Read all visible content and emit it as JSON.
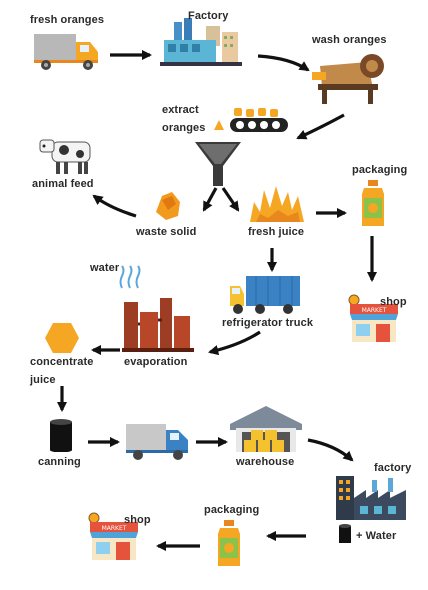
{
  "labels": {
    "fresh_oranges": "fresh oranges",
    "factory_top": "Factory",
    "wash_oranges": "wash oranges",
    "extract_line1": "extract",
    "extract_line2": "oranges",
    "animal_feed": "animal feed",
    "packaging_top": "packaging",
    "waste_solid": "waste solid",
    "fresh_juice": "fresh juice",
    "water": "water",
    "shop_right": "shop",
    "refrigerator_truck": "refrigerator truck",
    "concentrate_line1": "concentrate",
    "concentrate_line2": "juice",
    "evaporation": "evaporation",
    "canning": "canning",
    "warehouse": "warehouse",
    "factory_bottom": "factory",
    "plus_water": "+ Water",
    "packaging_bottom": "packaging",
    "shop_bottom": "shop",
    "market_sign": "MARKET"
  },
  "icons": [
    "truck-icon",
    "factory-icon",
    "washing-machine-icon",
    "conveyor-belt-icon",
    "funnel-icon",
    "cow-icon",
    "orange-peel-icon",
    "juice-splash-icon",
    "juice-bottle-icon",
    "refrigerator-truck-icon",
    "shop-icon",
    "steam-icon",
    "evaporator-icon",
    "hexagon-icon",
    "can-icon",
    "warehouse-icon"
  ],
  "colors": {
    "orange": "#f5a623",
    "dark_orange": "#e8871e",
    "truck_blue": "#3b82c4",
    "juice_green": "#8bc34a",
    "evaporator_brown": "#9c3d24",
    "arrow": "#111111"
  }
}
